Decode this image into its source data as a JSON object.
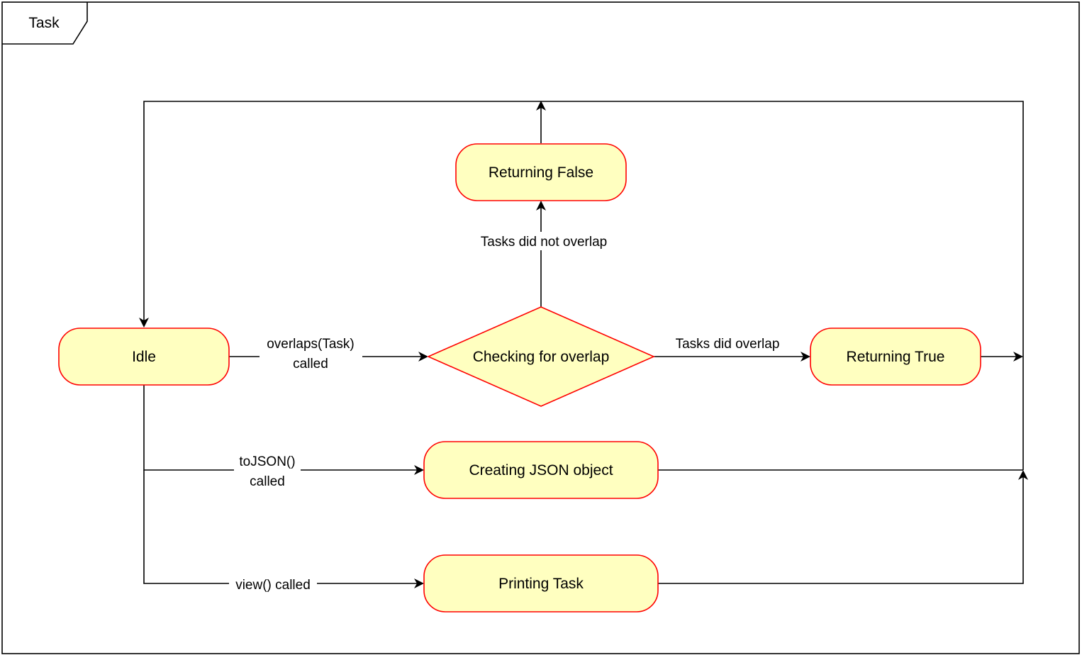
{
  "frame": {
    "title": "Task"
  },
  "states": {
    "idle": "Idle",
    "checking": "Checking for overlap",
    "returning_false": "Returning False",
    "returning_true": "Returning True",
    "creating_json": "Creating JSON object",
    "printing_task": "Printing Task"
  },
  "transitions": {
    "overlaps_line1": "overlaps(Task)",
    "overlaps_line2": "called",
    "not_overlap": "Tasks did not overlap",
    "did_overlap": "Tasks did overlap",
    "tojson_line1": "toJSON()",
    "tojson_line2": "called",
    "view": "view() called"
  },
  "colors": {
    "state_fill": "#ffffc0",
    "state_stroke": "#ff0000",
    "edge": "#000000"
  }
}
